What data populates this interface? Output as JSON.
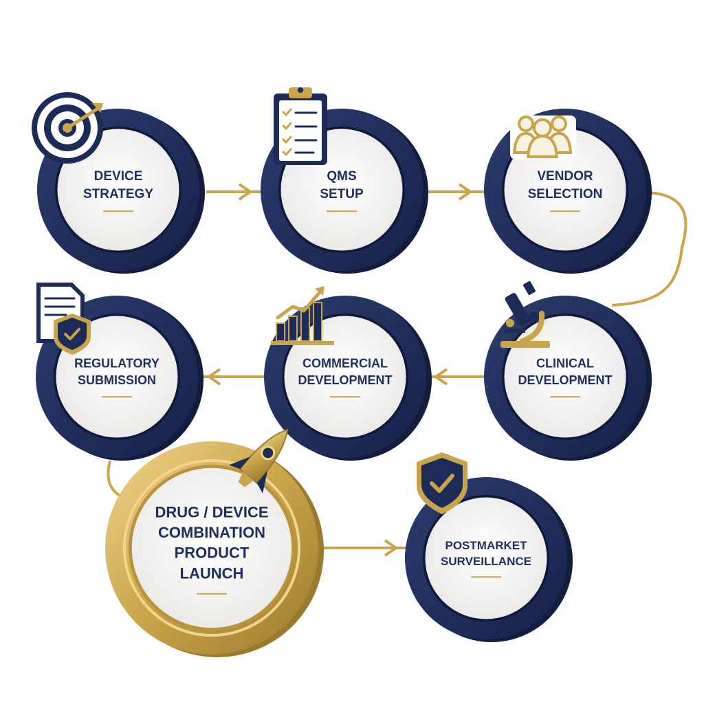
{
  "colors": {
    "navy": "#1c2b58",
    "navy_dark": "#121d40",
    "gold": "#c9a449",
    "gold_light": "#e6c77a",
    "text": "#1f2f5c",
    "face": "#f4f3f1"
  },
  "nodes": [
    {
      "id": "device-strategy",
      "lines": [
        "DEVICE",
        "STRATEGY"
      ],
      "icon": "target-icon",
      "style": "navy"
    },
    {
      "id": "qms-setup",
      "lines": [
        "QMS",
        "SETUP"
      ],
      "icon": "clipboard-checklist-icon",
      "style": "navy"
    },
    {
      "id": "vendor-selection",
      "lines": [
        "VENDOR",
        "SELECTION"
      ],
      "icon": "people-group-icon",
      "style": "navy"
    },
    {
      "id": "clinical-development",
      "lines": [
        "CLINICAL",
        "DEVELOPMENT"
      ],
      "icon": "microscope-icon",
      "style": "navy"
    },
    {
      "id": "commercial-development",
      "lines": [
        "COMMERCIAL",
        "DEVELOPMENT"
      ],
      "icon": "growth-chart-icon",
      "style": "navy"
    },
    {
      "id": "regulatory-submission",
      "lines": [
        "REGULATORY",
        "SUBMISSION"
      ],
      "icon": "document-shield-icon",
      "style": "navy"
    },
    {
      "id": "product-launch",
      "lines": [
        "DRUG / DEVICE",
        "COMBINATION",
        "PRODUCT",
        "LAUNCH"
      ],
      "icon": "rocket-icon",
      "style": "gold"
    },
    {
      "id": "postmarket-surveillance",
      "lines": [
        "POSTMARKET",
        "SURVEILLANCE"
      ],
      "icon": "shield-check-icon",
      "style": "navy"
    }
  ],
  "connections": [
    {
      "from": "device-strategy",
      "to": "qms-setup",
      "kind": "arrow"
    },
    {
      "from": "qms-setup",
      "to": "vendor-selection",
      "kind": "arrow"
    },
    {
      "from": "vendor-selection",
      "to": "clinical-development",
      "kind": "curve"
    },
    {
      "from": "clinical-development",
      "to": "commercial-development",
      "kind": "arrow"
    },
    {
      "from": "commercial-development",
      "to": "regulatory-submission",
      "kind": "arrow"
    },
    {
      "from": "regulatory-submission",
      "to": "product-launch",
      "kind": "curve"
    },
    {
      "from": "product-launch",
      "to": "postmarket-surveillance",
      "kind": "arrow"
    }
  ]
}
